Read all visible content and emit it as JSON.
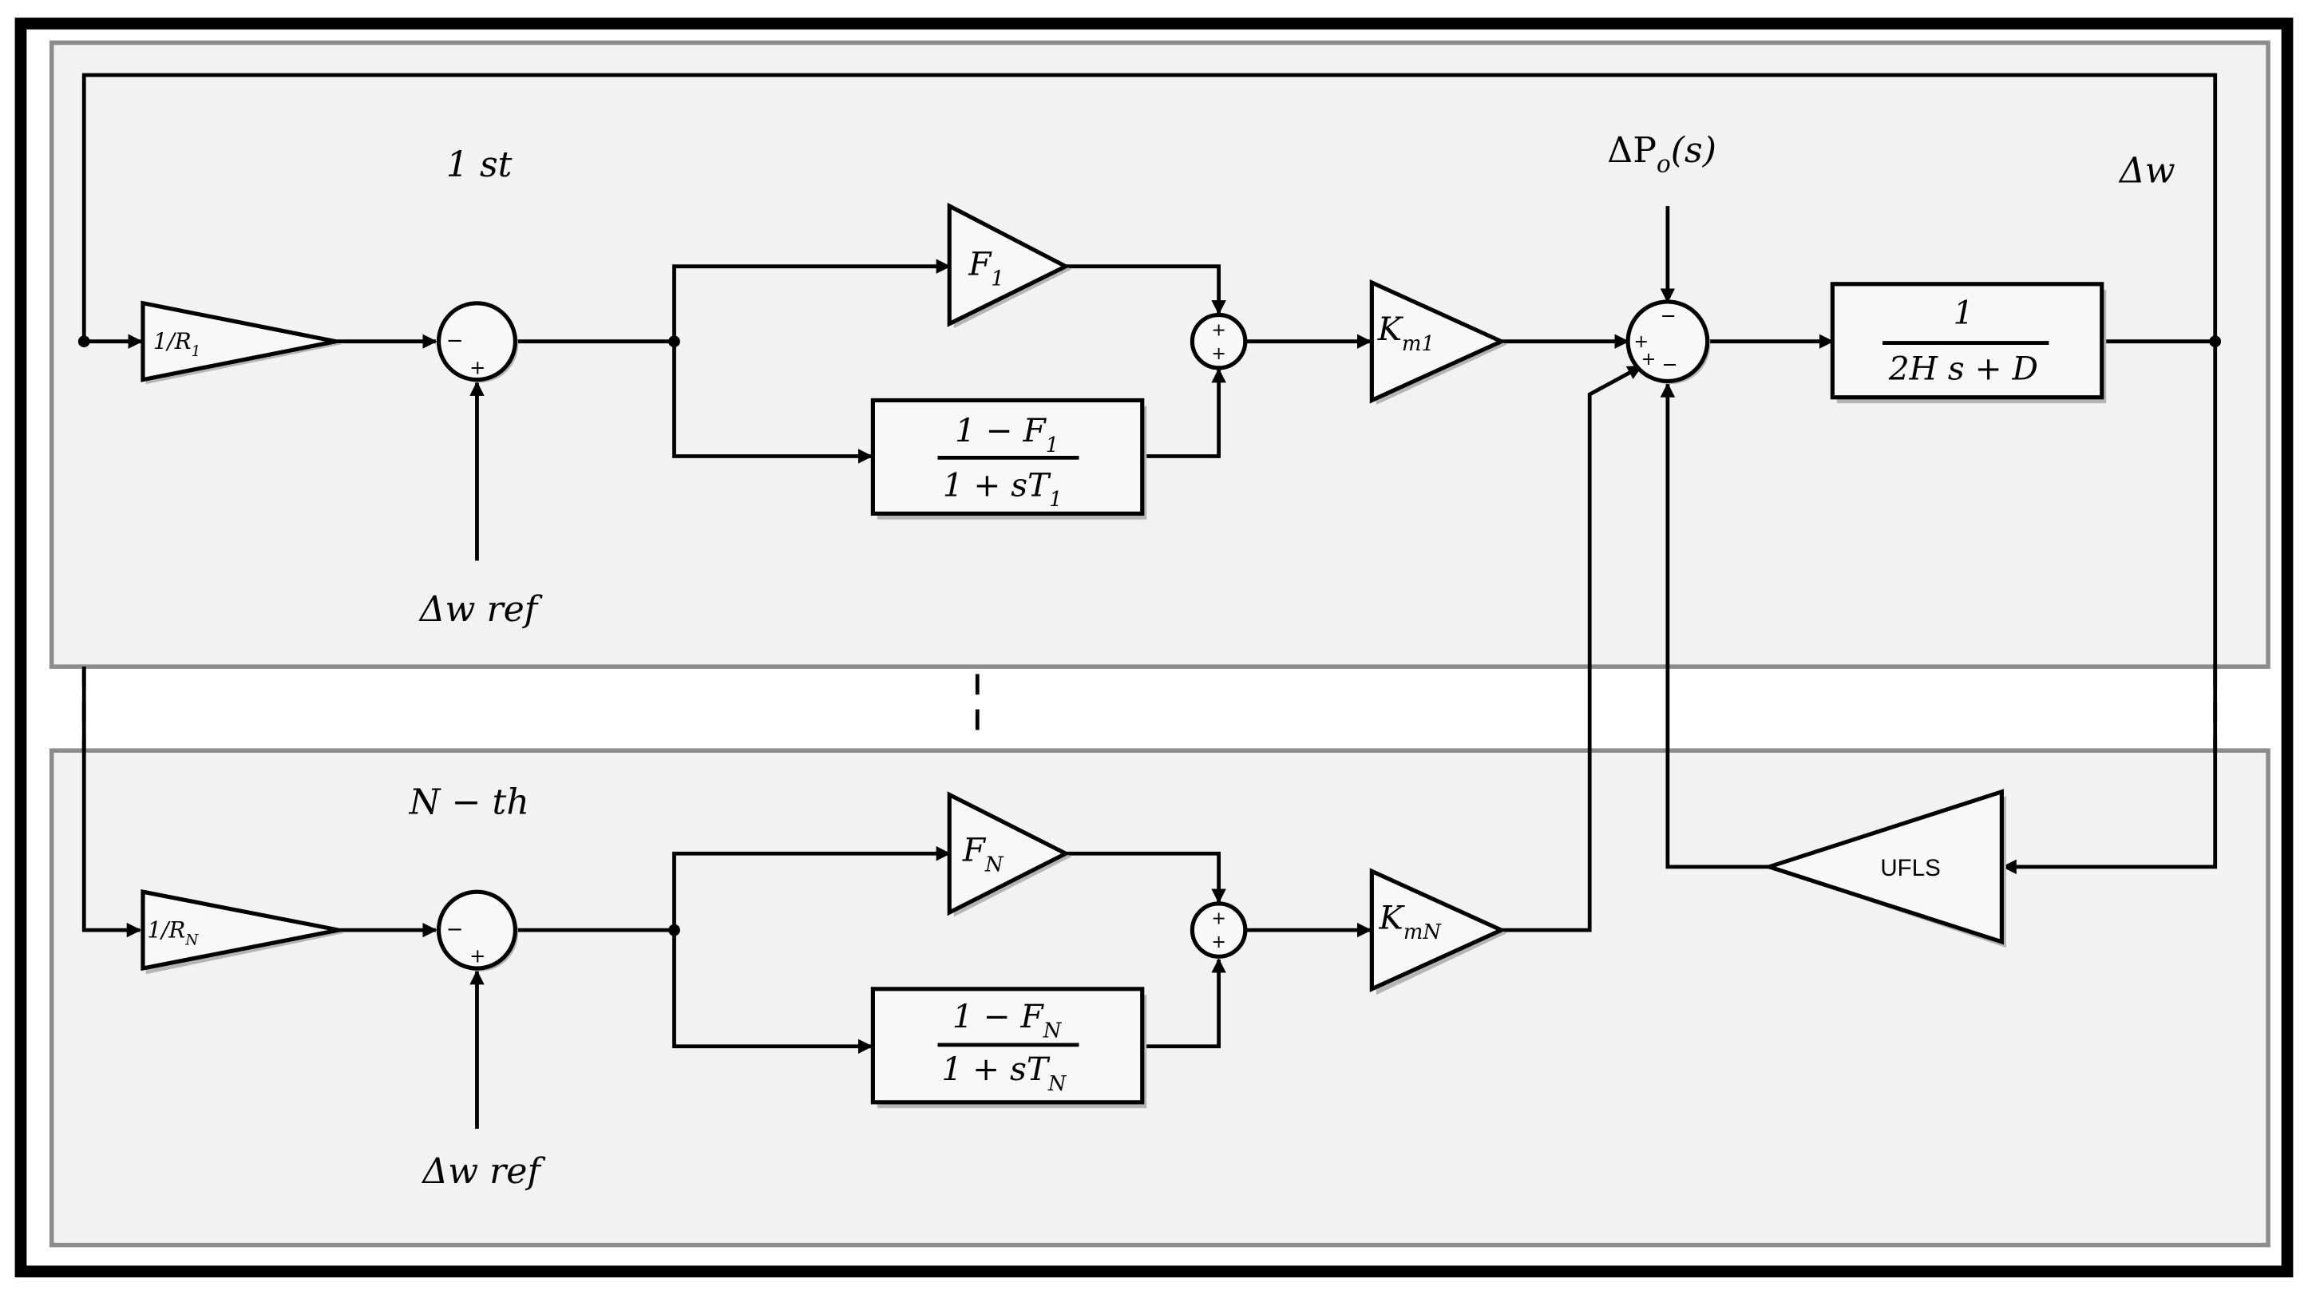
{
  "labels": {
    "top_section": "1 st",
    "bottom_section": "N − th",
    "disturbance": "ΔP",
    "disturbance_sub": "o",
    "disturbance_arg": "(s)",
    "output": "Δw",
    "ref_top": "Δw ref",
    "ref_bottom": "Δw ref"
  },
  "blocks": {
    "droop_top": {
      "prefix": "1/R",
      "sub": "1"
    },
    "droop_bottom": {
      "prefix": "1/R",
      "sub": "N"
    },
    "f_top": {
      "main": "F",
      "sub": "1"
    },
    "f_bottom": {
      "main": "F",
      "sub": "N"
    },
    "tf_top": {
      "num": "1 − F",
      "num_sub": "1",
      "den": "1 + sT",
      "den_sub": "1"
    },
    "tf_bottom": {
      "num": "1 − F",
      "num_sub": "N",
      "den": "1 + sT",
      "den_sub": "N"
    },
    "km_top": {
      "main": "K",
      "sub": "m1"
    },
    "km_bottom": {
      "main": "K",
      "sub": "mN"
    },
    "plant": {
      "num": "1",
      "den": "2H s + D"
    },
    "ufls": "UFLS"
  },
  "signs": {
    "minus": "−",
    "plus": "+"
  }
}
